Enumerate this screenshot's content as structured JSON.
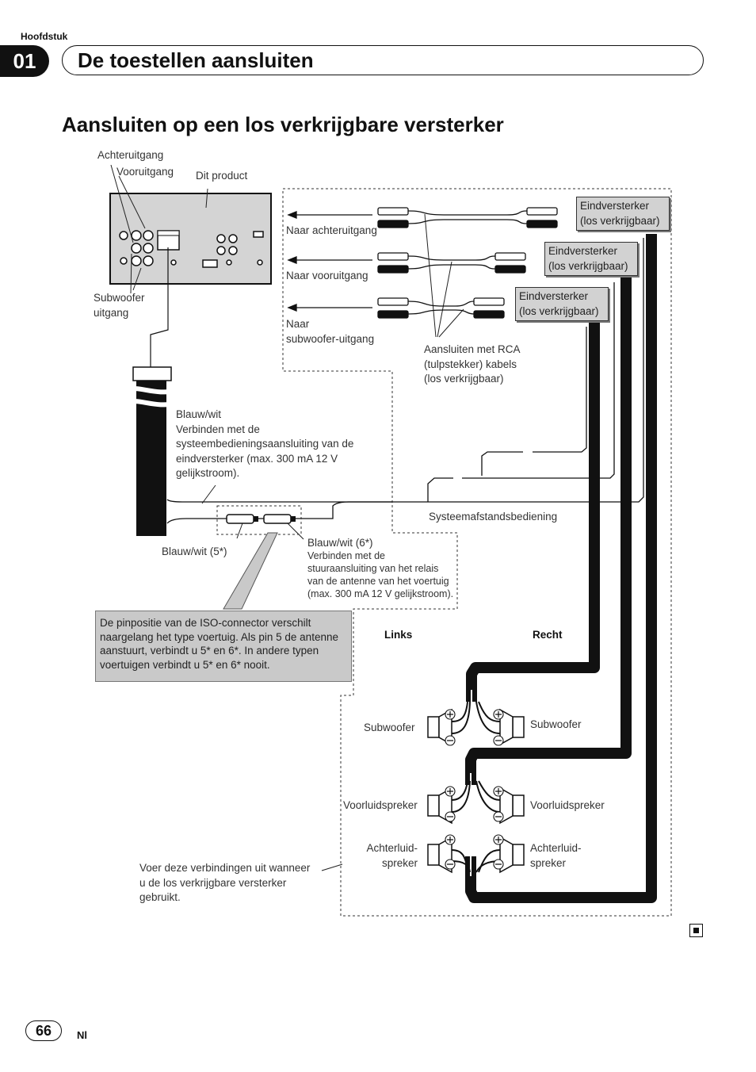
{
  "header": {
    "chapter_label": "Hoofdstuk",
    "chapter_number": "01",
    "chapter_title": "De toestellen aansluiten"
  },
  "section": {
    "title": "Aansluiten op een los verkrijgbare versterker"
  },
  "labels": {
    "rear_output": "Achteruitgang",
    "front_output": "Vooruitgang",
    "this_product": "Dit product",
    "subwoofer_output": "Subwoofer\nuitgang",
    "to_rear_output": "Naar achteruitgang",
    "to_front_output": "Naar vooruitgang",
    "to_subwoofer_output": "Naar\nsubwoofer-uitgang",
    "rca_cables": "Aansluiten met RCA\n(tulpstekker) kabels\n(los verkrijgbaar)",
    "blue_white_desc": "Blauw/wit\nVerbinden met de\nsysteembedieningsaansluiting van de\neindversterker (max. 300 mA 12 V\ngelijkstroom).",
    "system_remote": "Systeemafstandsbediening",
    "blue_white_5": "Blauw/wit (5*)",
    "blue_white_6": "Blauw/wit (6*)",
    "blue_white_6_desc": "Verbinden met de\nstuuraansluiting van het relais\nvan de antenne van het voertuig\n(max. 300 mA 12 V gelijkstroom).",
    "left": "Links",
    "right": "Recht",
    "subwoofer_left": "Subwoofer",
    "subwoofer_right": "Subwoofer",
    "front_speaker_left": "Voorluidspreker",
    "front_speaker_right": "Voorluidspreker",
    "rear_speaker_left": "Achterluid-\nspreker",
    "rear_speaker_right": "Achterluid-\nspreker",
    "make_connections_note": "Voer deze verbindingen uit wanneer\nu de los verkrijgbare versterker\ngebruikt."
  },
  "amplifiers": [
    "Eindversterker\n(los verkrijgbaar)",
    "Eindversterker\n(los verkrijgbaar)",
    "Eindversterker\n(los verkrijgbaar)"
  ],
  "note_box": "De pinpositie van de ISO-connector verschilt naargelang het type voertuig. Als pin 5 de antenne aanstuurt, verbindt u 5* en 6*. In andere typen voertuigen verbindt u 5* en 6* nooit.",
  "footer": {
    "page_number": "66",
    "language": "Nl"
  },
  "icons": {
    "end_mark": "end-of-section-icon"
  }
}
